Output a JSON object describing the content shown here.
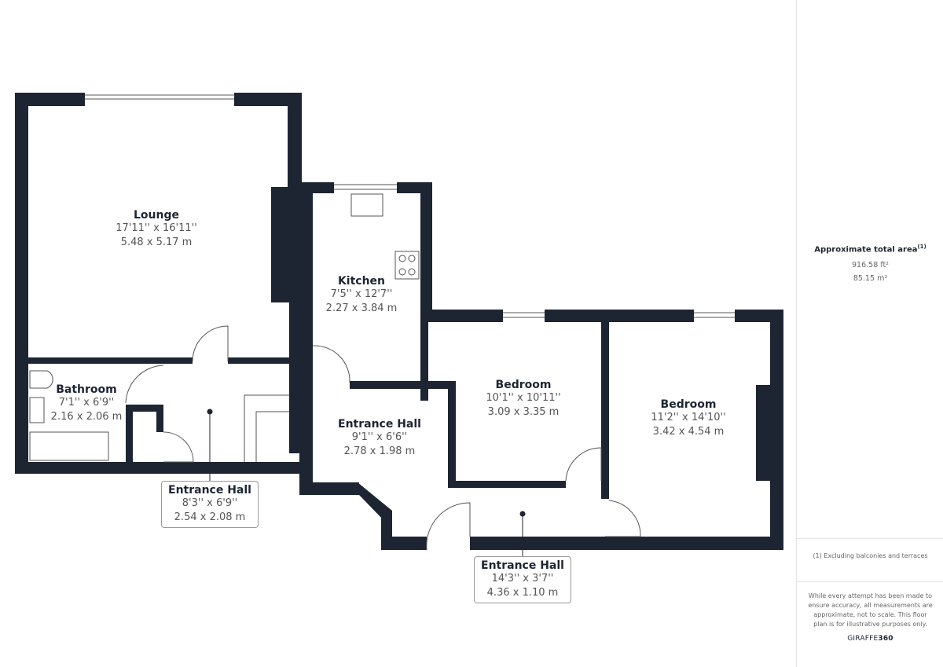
{
  "rooms": [
    {
      "name": "Lounge",
      "imperial": "17'11'' x 16'11''",
      "metric": "5.48 x 5.17 m"
    },
    {
      "name": "Kitchen",
      "imperial": "7'5'' x 12'7''",
      "metric": "2.27 x 3.84 m"
    },
    {
      "name": "Bathroom",
      "imperial": "7'1'' x 6'9''",
      "metric": "2.16 x 2.06 m"
    },
    {
      "name": "Entrance Hall",
      "imperial": "9'1'' x 6'6''",
      "metric": "2.78 x 1.98 m"
    },
    {
      "name": "Bedroom",
      "imperial": "10'1'' x 10'11''",
      "metric": "3.09 x 3.35 m"
    },
    {
      "name": "Bedroom",
      "imperial": "11'2'' x 14'10''",
      "metric": "3.42 x 4.54 m"
    },
    {
      "name": "Entrance Hall",
      "imperial": "8'3'' x 6'9''",
      "metric": "2.54 x 2.08 m"
    },
    {
      "name": "Entrance Hall",
      "imperial": "14'3'' x 3'7''",
      "metric": "4.36 x 1.10 m"
    }
  ],
  "sidebar": {
    "area_title": "Approximate total area",
    "area_sup": "(1)",
    "area_ft": "916.58 ft²",
    "area_m": "85.15 m²",
    "note": "(1) Excluding balconies and terraces",
    "disclaimer": "While every attempt has been made to ensure accuracy, all measurements are approximate, not to scale. This floor plan is for illustrative purposes only.",
    "logo_a": "GIRAFFE",
    "logo_b": "360"
  },
  "colors": {
    "wall": "#1d2532"
  }
}
